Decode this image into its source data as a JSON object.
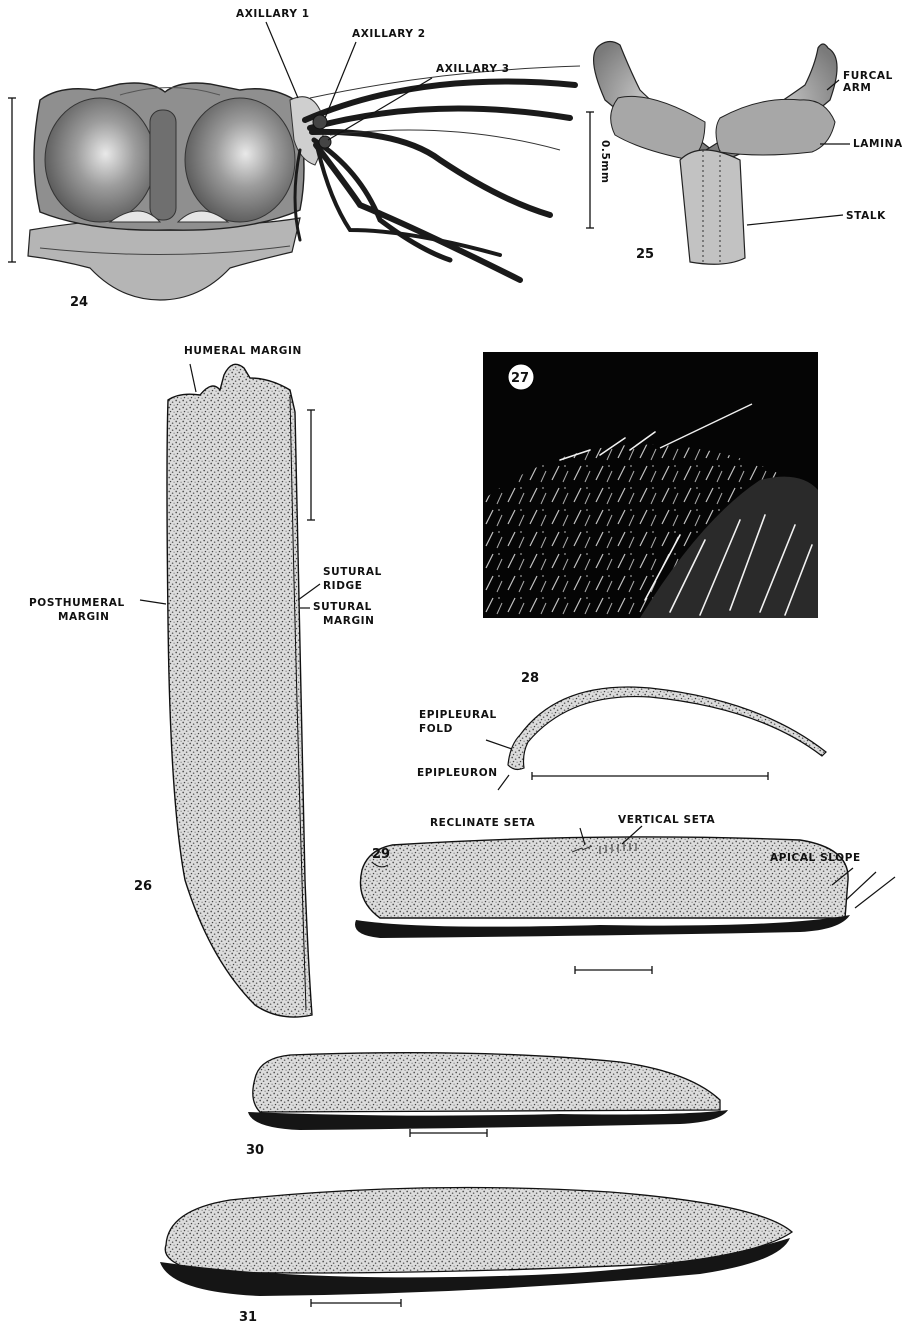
{
  "figures": {
    "f24": {
      "number": "24",
      "labels": {
        "axillary_1": "AXILLARY 1",
        "axillary_2": "AXILLARY 2",
        "axillary_3": "AXILLARY 3"
      }
    },
    "f25": {
      "number": "25",
      "labels": {
        "furcal_arm_1": "FURCAL",
        "furcal_arm_2": "ARM",
        "lamina": "LAMINA",
        "stalk": "STALK",
        "scale": "0.5mm"
      }
    },
    "f26": {
      "number": "26",
      "labels": {
        "humeral_margin": "HUMERAL MARGIN",
        "posthumeral_1": "POSTHUMERAL",
        "posthumeral_2": "MARGIN",
        "sutural_ridge_1": "SUTURAL",
        "sutural_ridge_2": "RIDGE",
        "sutural_margin_1": "SUTURAL",
        "sutural_margin_2": "MARGIN"
      }
    },
    "f27": {
      "number": "27"
    },
    "f28": {
      "number": "28",
      "labels": {
        "epipleural_fold_1": "EPIPLEURAL",
        "epipleural_fold_2": "FOLD",
        "epipleuron": "EPIPLEURON"
      }
    },
    "f29": {
      "number": "29",
      "labels": {
        "reclinate_seta": "RECLINATE SETA",
        "vertical_seta": "VERTICAL SETA",
        "apical_slope": "APICAL SLOPE"
      }
    },
    "f30": {
      "number": "30"
    },
    "f31": {
      "number": "31"
    }
  }
}
